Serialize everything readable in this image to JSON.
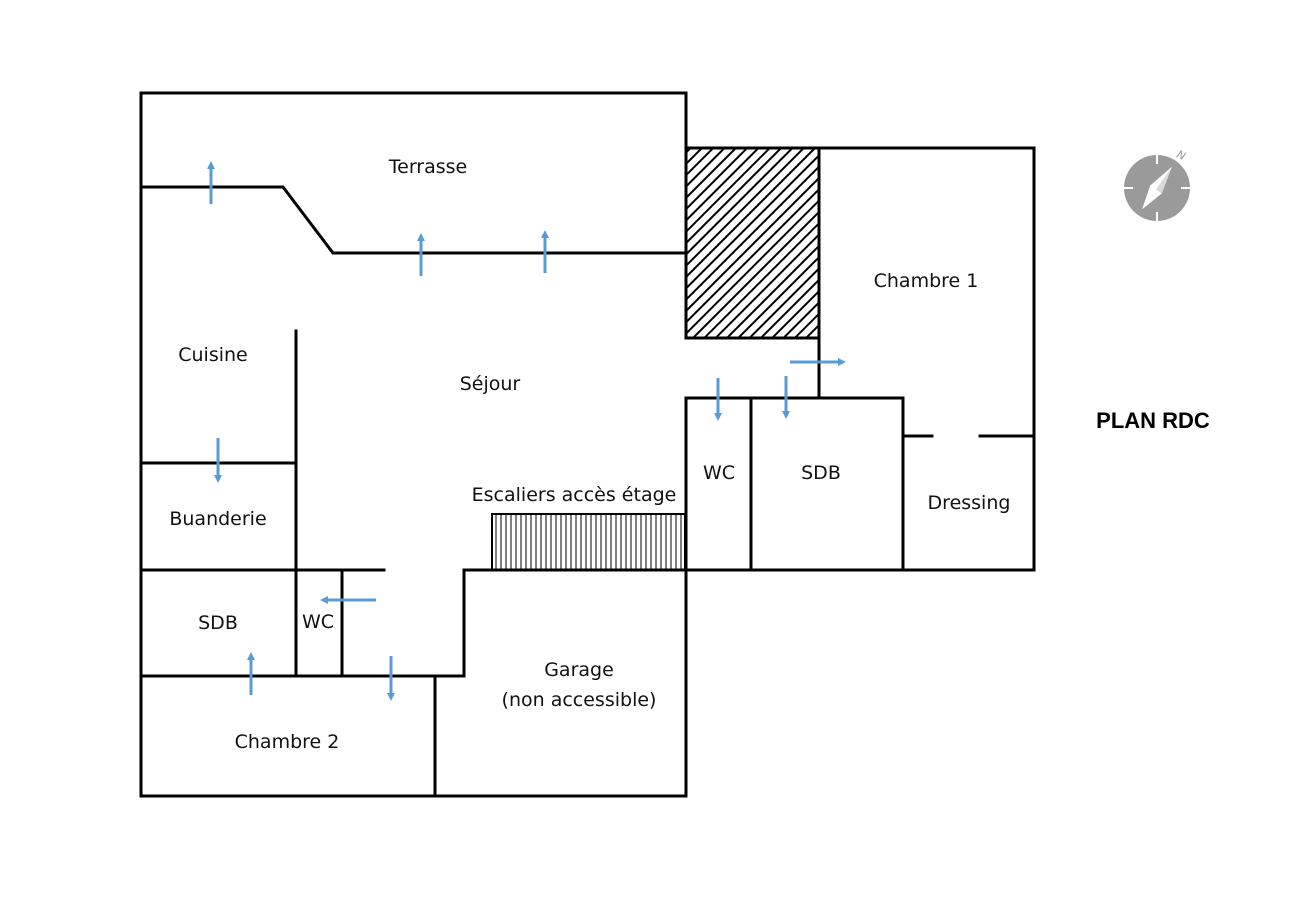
{
  "plan": {
    "title": "PLAN RDC",
    "colors": {
      "wall": "#000000",
      "arrow": "#5b9bd5",
      "compass": "#9a9a9a",
      "background": "#ffffff"
    },
    "icons": {
      "compass": "compass-north-icon",
      "compass_letter": "N"
    },
    "rooms": {
      "terrasse": "Terrasse",
      "chambre_1": "Chambre 1",
      "cuisine": "Cuisine",
      "sejour": "Séjour",
      "wc_right": "WC",
      "sdb_right": "SDB",
      "dressing": "Dressing",
      "escaliers": "Escaliers accès étage",
      "buanderie": "Buanderie",
      "sdb_left": "SDB",
      "wc_left": "WC",
      "garage_line1": "Garage",
      "garage_line2": "(non accessible)",
      "chambre_2": "Chambre 2"
    }
  }
}
